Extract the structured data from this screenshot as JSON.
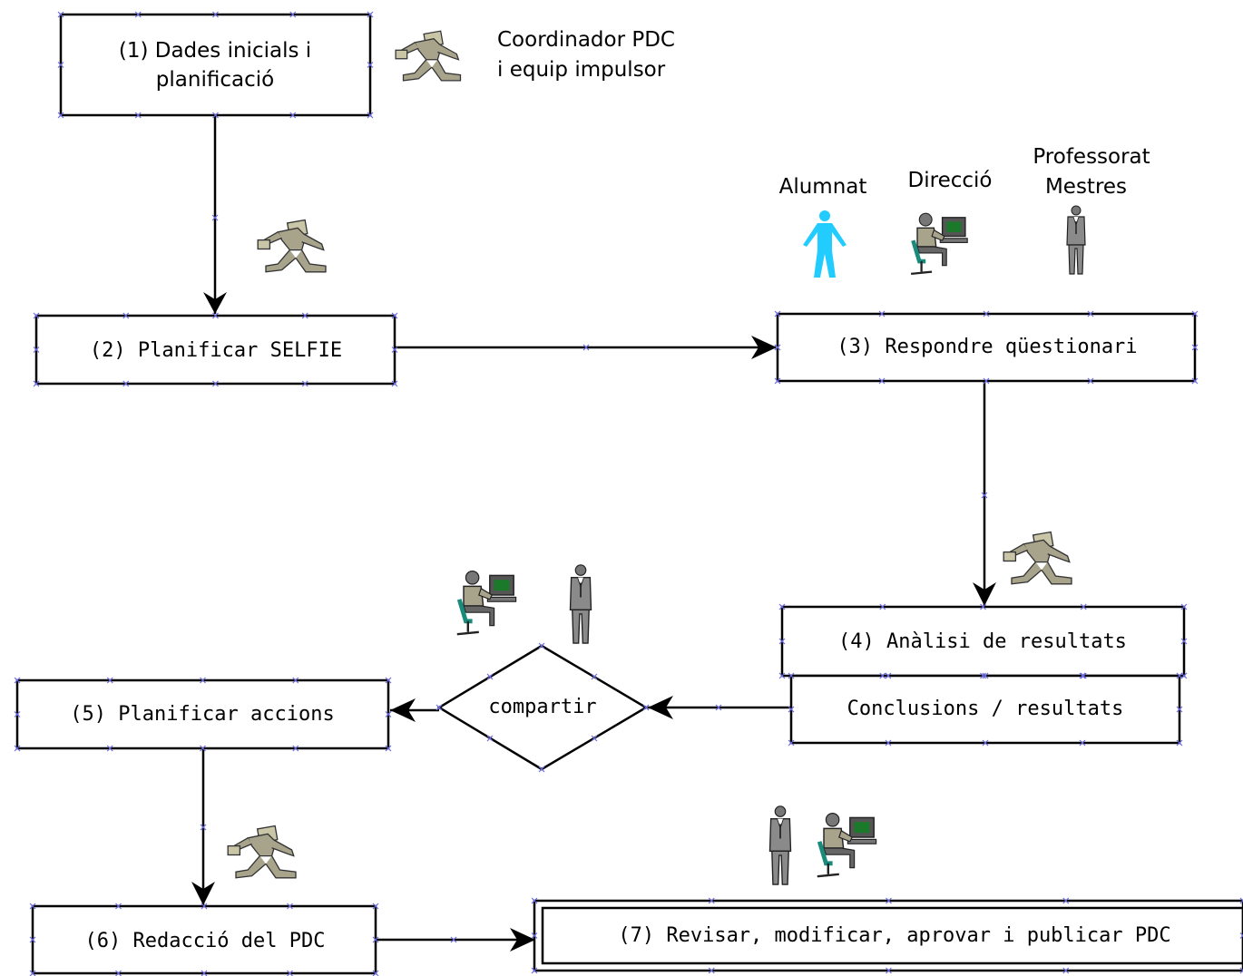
{
  "steps": {
    "s1": {
      "line1": "(1) Dades inicials i",
      "line2": "planificació"
    },
    "s2": "(2) Planificar SELFIE",
    "s3": "(3) Respondre qüestionari",
    "s4": "(4) Anàlisi de resultats",
    "s4b": "Conclusions / resultats",
    "s5": "(5) Planificar accions",
    "s6": "(6) Redacció del PDC",
    "s7": "(7) Revisar, modificar, aprovar i publicar PDC",
    "decision": "compartir"
  },
  "actors": {
    "coordinator_line1": "Coordinador PDC",
    "coordinator_line2": "i equip impulsor",
    "students": "Alumnat",
    "direction": "Direcció",
    "teachers_line1": "Professorat",
    "teachers_line2": "Mestres"
  },
  "icons": {
    "runner": "running-person-icon",
    "computer_user": "person-at-computer-icon",
    "standing_man": "standing-businessman-icon",
    "student": "student-figure-icon"
  },
  "colors": {
    "stroke": "#000000",
    "marker": "#6a6ae0",
    "figure_grey": "#a8a48c",
    "student_blue": "#22ccff",
    "suit_grey": "#8a8a8a"
  }
}
